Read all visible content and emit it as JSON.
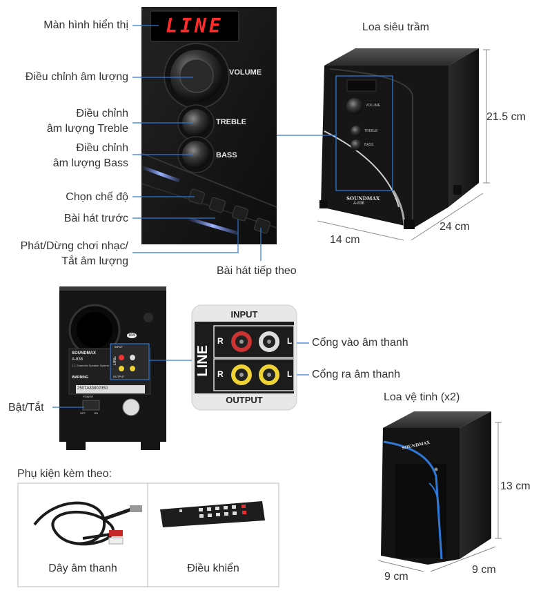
{
  "control_panel": {
    "display_text": "LINE",
    "knob_volume": "VOLUME",
    "knob_treble": "TREBLE",
    "knob_bass": "BASS"
  },
  "callouts": {
    "display": "Màn hình hiển thị",
    "volume": "Điều chỉnh âm lượng",
    "treble_1": "Điều chỉnh",
    "treble_2": "âm lượng Treble",
    "bass_1": "Điều chỉnh",
    "bass_2": "âm lượng Bass",
    "mode": "Chọn chế độ",
    "prev": "Bài hát trước",
    "play_1": "Phát/Dừng chơi nhạc/",
    "play_2": "Tắt âm lượng",
    "next": "Bài hát tiếp theo",
    "power": "Bật/Tắt",
    "audio_in": "Cổng vào âm thanh",
    "audio_out": "Cổng ra âm thanh"
  },
  "subwoofer": {
    "title": "Loa siêu trầm",
    "height": "21.5 cm",
    "depth": "24 cm",
    "width": "14 cm",
    "brand": "SOUNDMAX",
    "model": "A-838",
    "knob_volume": "VOLUME",
    "knob_treble": "TREBLE",
    "knob_bass": "BASS"
  },
  "rear_panel": {
    "brand": "SOUNDMAX",
    "model": "A-838",
    "subtitle": "2.1 Channels Speaker System",
    "input": "INPUT",
    "output": "OUTPUT",
    "line": "LINE",
    "warning": "WARNING",
    "serial": "2507A83802350",
    "power": "POWER",
    "off": "OFF",
    "on": "ON",
    "badge": "18W"
  },
  "ports_zoom": {
    "input": "INPUT",
    "output": "OUTPUT",
    "line": "LINE",
    "r": "R",
    "l": "L"
  },
  "satellite": {
    "title": "Loa vệ tinh (x2)",
    "height": "13 cm",
    "width": "9 cm",
    "depth": "9 cm",
    "brand": "SOUNDMAX"
  },
  "accessories": {
    "title": "Phụ kiện kèm theo:",
    "cable": "Dây âm thanh",
    "remote": "Điều khiển"
  },
  "colors": {
    "blue_accent": "#2f78d6",
    "led_red": "#ff2a2a",
    "cabinet": "#1a1a1a"
  }
}
